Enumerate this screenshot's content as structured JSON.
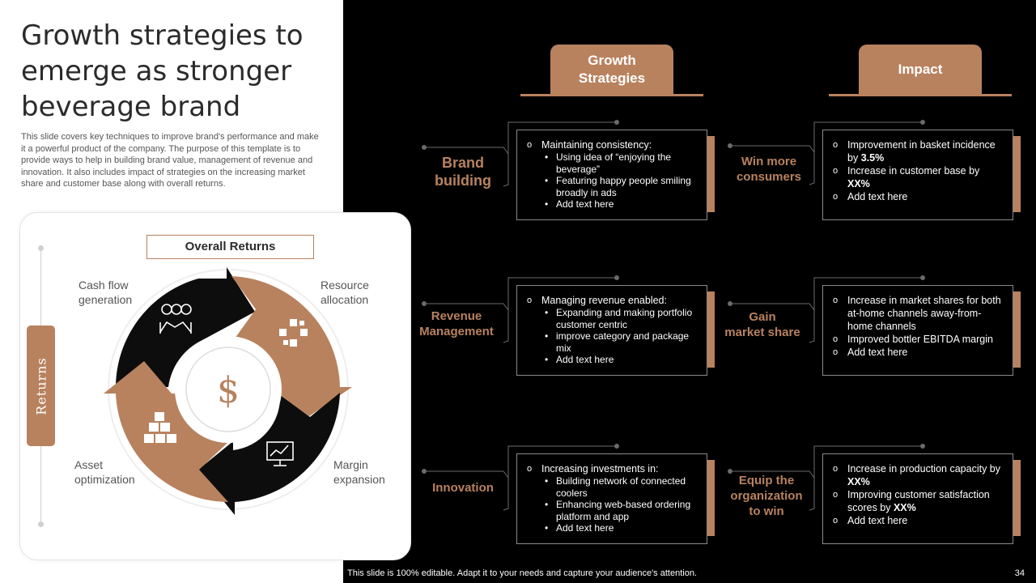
{
  "slide": {
    "title": "Growth strategies to emerge as stronger beverage brand",
    "description": "This slide covers key techniques to improve brand's performance and make it a powerful product of the company. The purpose of this template is to provide ways to help in building brand value, management of revenue and innovation. It also includes impact of strategies on the increasing market share and customer base along with overall returns.",
    "footer": "This slide is 100% editable.  Adapt it to your needs and capture your audience's attention.",
    "page_number": "34"
  },
  "colors": {
    "accent": "#b8825f",
    "dark": "#0d0d0d",
    "background": "#000000",
    "panel": "#ffffff"
  },
  "cycle": {
    "header": "Overall Returns",
    "side_label": "Returns",
    "center_symbol": "$",
    "quadrants": [
      {
        "label": "Cash flow\ngeneration",
        "icon": "handshake-money-icon"
      },
      {
        "label": "Resource\nallocation",
        "icon": "network-cubes-icon"
      },
      {
        "label": "Margin\nexpansion",
        "icon": "monitor-chart-icon"
      },
      {
        "label": "Asset\noptimization",
        "icon": "stacked-boxes-icon"
      }
    ]
  },
  "headers": {
    "strategies": "Growth\nStrategies",
    "impact": "Impact"
  },
  "rows": [
    {
      "strategy": "Brand\nbuilding",
      "strategy_details": {
        "heading": "Maintaining consistency:",
        "bullets": [
          "Using idea of “enjoying the beverage”",
          "Featuring happy people smiling broadly in ads",
          "Add text here"
        ]
      },
      "impact": "Win more\nconsumers",
      "impact_details": [
        {
          "pre": "Improvement  in basket incidence by ",
          "bold": "3.5%",
          "post": ""
        },
        {
          "pre": "Increase in customer base by ",
          "bold": "XX%",
          "post": ""
        },
        {
          "pre": "Add text here",
          "bold": "",
          "post": ""
        }
      ]
    },
    {
      "strategy": "Revenue\nManagement",
      "strategy_details": {
        "heading": "Managing revenue  enabled:",
        "bullets": [
          "Expanding and making portfolio customer centric",
          "improve category and package mix",
          "Add text here"
        ]
      },
      "impact": "Gain\nmarket share",
      "impact_details": [
        {
          "pre": "Increase in market shares for both  at-home channels away-from-home  channels",
          "bold": "",
          "post": ""
        },
        {
          "pre": "Improved  bottler EBITDA margin",
          "bold": "",
          "post": ""
        },
        {
          "pre": "Add text here",
          "bold": "",
          "post": ""
        }
      ]
    },
    {
      "strategy": "Innovation",
      "strategy_details": {
        "heading": "Increasing investments in:",
        "bullets": [
          "Building network of connected coolers",
          "Enhancing web-based ordering platform and app",
          "Add text here"
        ]
      },
      "impact": "Equip the\norganization\nto win",
      "impact_details": [
        {
          "pre": "Increase in production capacity by ",
          "bold": "XX%",
          "post": ""
        },
        {
          "pre": "Improving  customer satisfaction scores by ",
          "bold": "XX%",
          "post": ""
        },
        {
          "pre": "Add text here",
          "bold": "",
          "post": ""
        }
      ]
    }
  ]
}
